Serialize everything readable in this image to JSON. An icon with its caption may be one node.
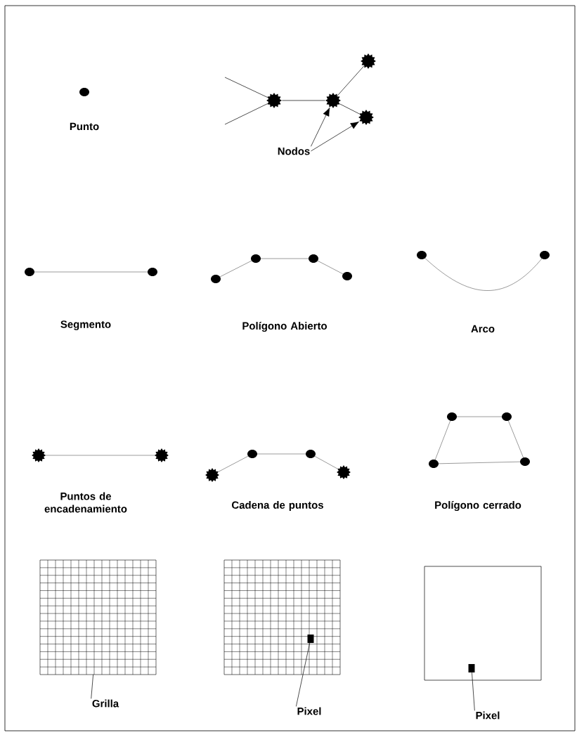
{
  "diagram": {
    "nodes": [
      {
        "text": [
          "Nodos"
        ]
      },
      {
        "text": [],
        "shape": "star"
      },
      {
        "text": [],
        "shape": "star"
      },
      {
        "text": [],
        "shape": "star"
      },
      {
        "text": [],
        "shape": "star"
      },
      {
        "text": [],
        "shape": "grid"
      },
      {
        "text": [
          "Grilla"
        ]
      },
      {
        "text": [],
        "shape": "box"
      },
      {
        "text": [
          "Pixel"
        ]
      },
      {
        "text": [],
        "shape": "box"
      },
      {
        "text": [
          "Pixel"
        ]
      }
    ],
    "edges": [
      {
        "from": null,
        "to": 1,
        "arrow": "none"
      },
      {
        "from": null,
        "to": 1,
        "arrow": "none"
      },
      {
        "from": 1,
        "to": 2,
        "arrow": "none"
      },
      {
        "from": 2,
        "to": 3,
        "arrow": "none"
      },
      {
        "from": 2,
        "to": 4,
        "arrow": "none"
      },
      {
        "from": 0,
        "to": 2,
        "arrow": "to"
      },
      {
        "from": 0,
        "to": 4,
        "arrow": "to"
      },
      {
        "from": 6,
        "to": 5,
        "arrow": "none"
      },
      {
        "from": 8,
        "to": 7,
        "arrow": "none"
      },
      {
        "from": 10,
        "to": 9,
        "arrow": "none"
      }
    ],
    "labels": [
      "Punto",
      "Segmento",
      "Polígono Abierto",
      "Arco",
      "Puntos de encadenamiento",
      "Cadena de puntos",
      "Polígono cerrado"
    ]
  }
}
